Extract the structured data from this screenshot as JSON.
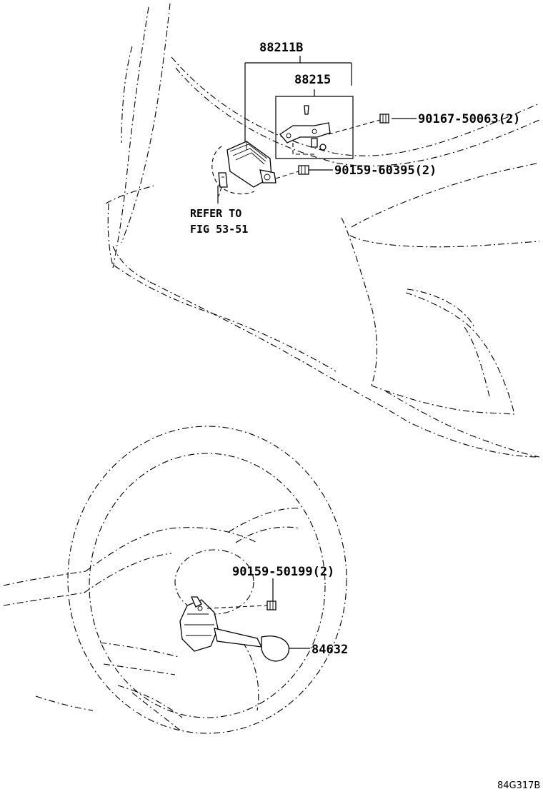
{
  "callouts": {
    "assembly": "88211B",
    "bracket": "88215",
    "bolt_upper": "90167-50063(2)",
    "bolt_lower": "90159-60395(2)",
    "bolt_switch": "90159-50199(2)",
    "switch": "84632"
  },
  "note": {
    "line1": "REFER TO",
    "line2": "FIG 53-51"
  },
  "diagram_code": "84G317B"
}
